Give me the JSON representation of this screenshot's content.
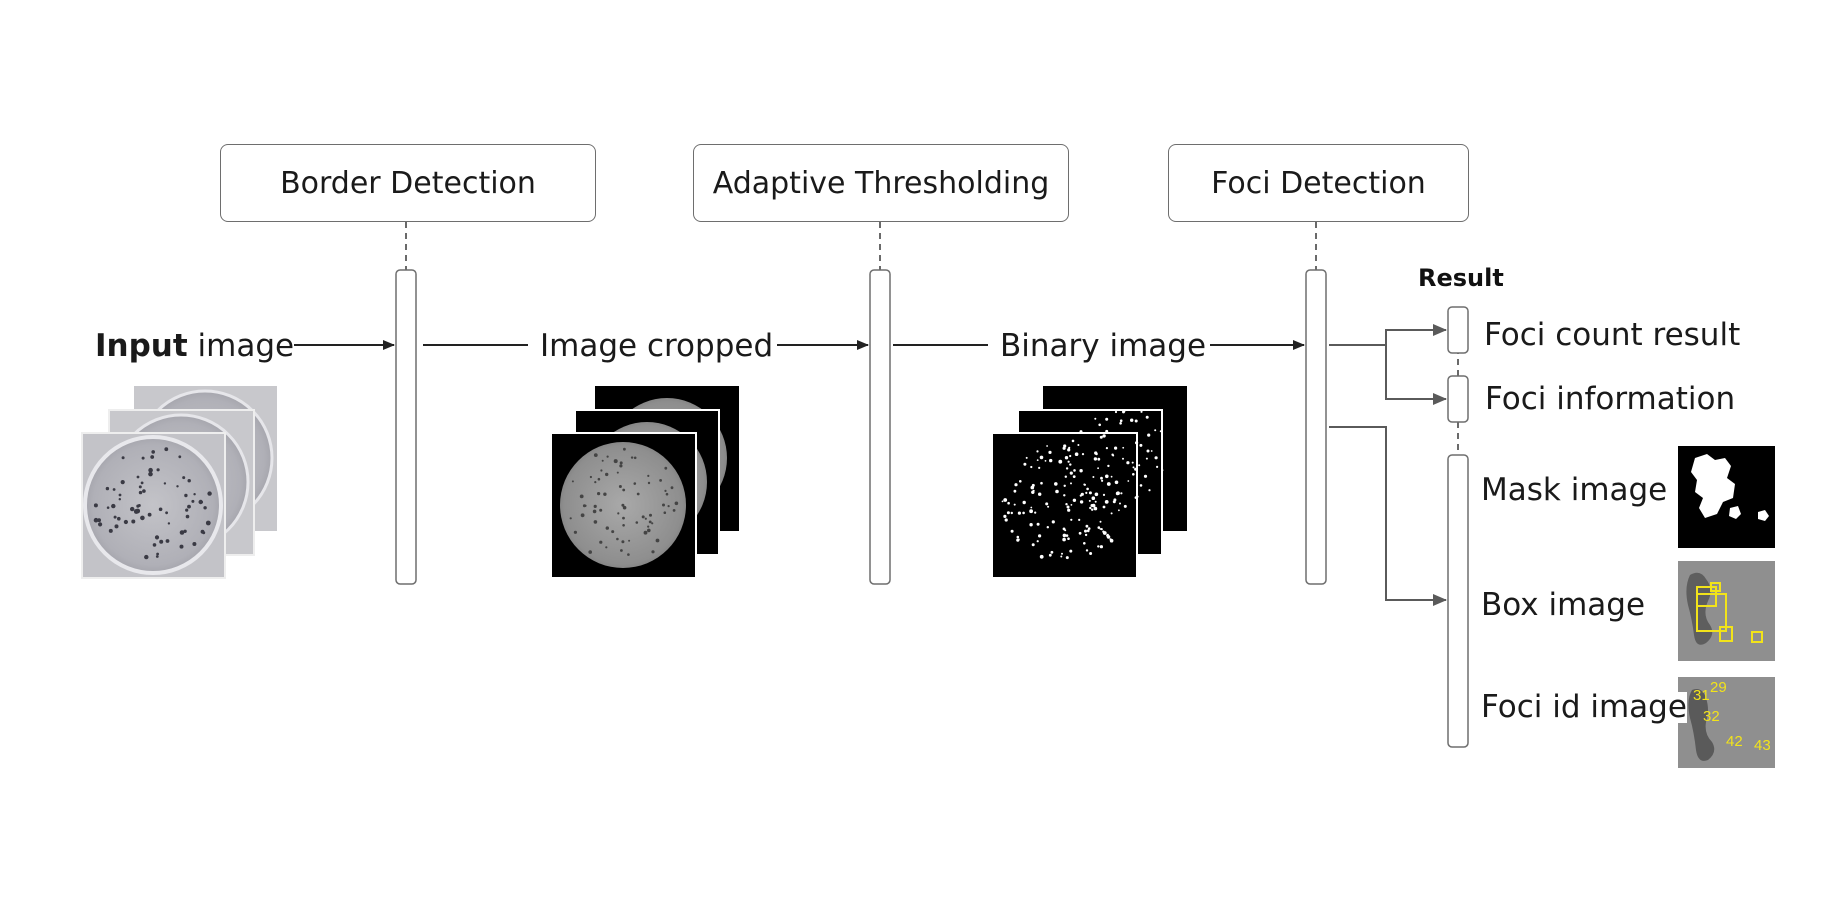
{
  "stages": [
    {
      "label": "Border Detection"
    },
    {
      "label": "Adaptive Thresholding"
    },
    {
      "label": "Foci Detection"
    }
  ],
  "flow": {
    "input_bold": "Input",
    "input_rest": " image",
    "cropped": "Image cropped",
    "binary": "Binary image"
  },
  "result": {
    "title": "Result",
    "items": [
      {
        "label": "Foci count result"
      },
      {
        "label": "Foci information"
      },
      {
        "label": "Mask image"
      },
      {
        "label": "Box image"
      },
      {
        "label": "Foci id image"
      }
    ],
    "foci_ids": [
      "31",
      "29",
      "32",
      "42",
      "43"
    ]
  },
  "colors": {
    "line": "#222222",
    "connector": "#5a5a5a",
    "box_border": "#6e6e6e",
    "plate_gray": "#b9b9bf",
    "annotation_yellow": "#f2e31a"
  }
}
